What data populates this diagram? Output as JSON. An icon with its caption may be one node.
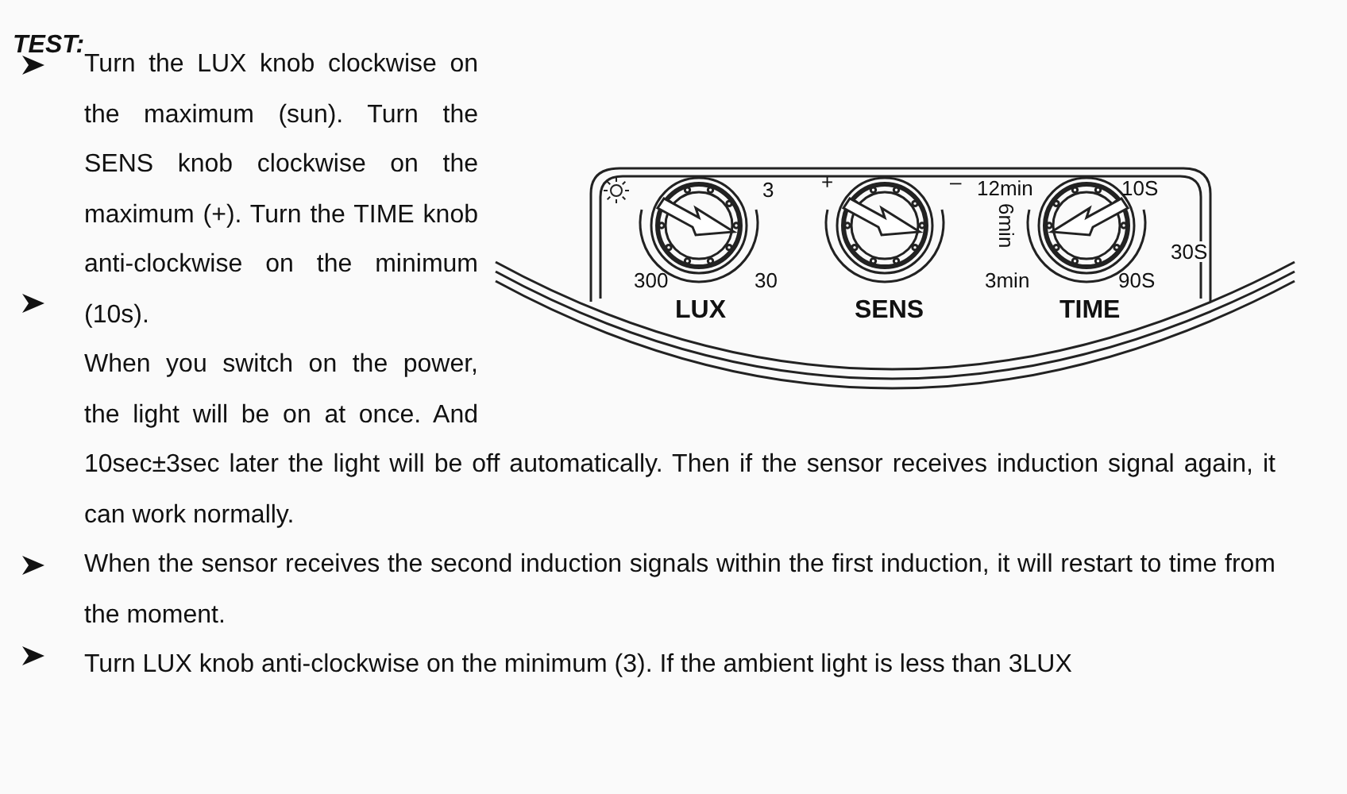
{
  "diagram": {
    "title": "TEST:",
    "labels": [
      "Turn the LUX knob clockwise on the maximum (sun). Turn the SENS knob clockwise on the maximum (+).  Turn the TIME knob anti-clockwise on the minimum (10s).",
      "When you switch on the power, the light will be on at once. And 10sec±3sec later the light will be off automatically. Then if the sensor receives induction signal again, it can work normally.",
      "When the sensor receives the second induction signals within the first induction, it will restart to time from the moment.",
      "Turn LUX knob anti-clockwise on the minimum (3). If the ambient light is less than 3LUX",
      "3",
      "300",
      "30",
      "LUX",
      "+",
      "–",
      "12min",
      "6min",
      "3min",
      "10S",
      "30S",
      "90S",
      "SENS",
      "TIME"
    ]
  }
}
